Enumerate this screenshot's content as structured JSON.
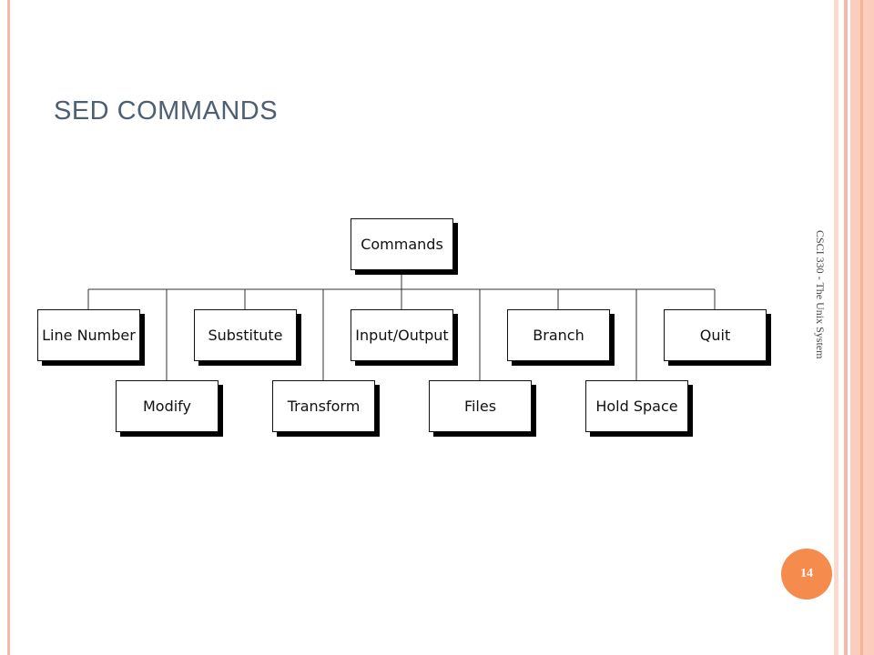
{
  "slide": {
    "title": "SED COMMANDS",
    "side_caption": "CSCI 330 - The Unix System",
    "page_number": "14",
    "colors": {
      "title": "#4d5f72",
      "accent_band": "#fbcdbd",
      "badge": "#f58b4c"
    }
  },
  "diagram": {
    "root": "Commands",
    "top_row": [
      "Line Number",
      "Substitute",
      "Input/Output",
      "Branch",
      "Quit"
    ],
    "bottom_row": [
      "Modify",
      "Transform",
      "Files",
      "Hold Space"
    ]
  }
}
